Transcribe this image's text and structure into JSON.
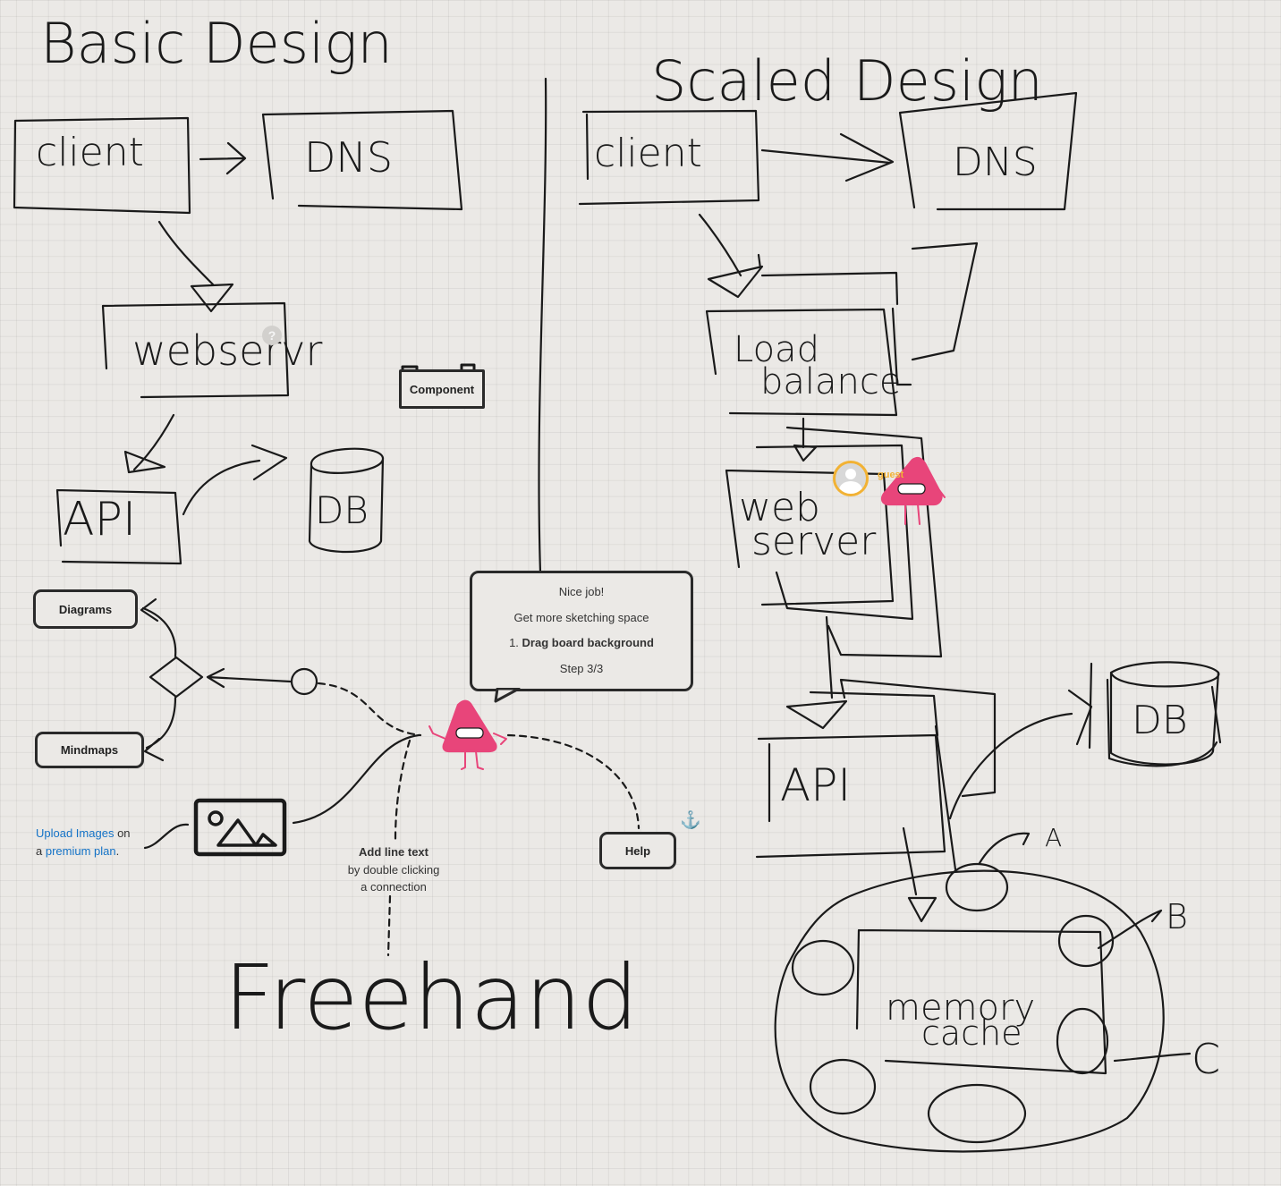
{
  "handwritten": {
    "basic_title": "Basic Design",
    "scaled_title": "Scaled Design",
    "client": "client",
    "dns": "DNS",
    "webserver": "webservr",
    "api": "API",
    "db": "DB",
    "client2": "client",
    "dns2": "DNS",
    "load_balancer_1": "Load",
    "load_balancer_2": "balance",
    "web_server_1": "web",
    "web_server_2": "server",
    "api2": "API",
    "db2": "DB",
    "memory_cache_1": "memory",
    "memory_cache_2": "cache",
    "label_a": "A",
    "label_b": "B",
    "label_c": "C",
    "freehand": "Freehand"
  },
  "nodes": {
    "component": "Component",
    "diagrams": "Diagrams",
    "mindmaps": "Mindmaps",
    "help": "Help"
  },
  "tooltip": {
    "line1": "Nice job!",
    "line2": "Get more sketching space",
    "line3_prefix": "1. ",
    "line3_bold": "Drag board background",
    "line4": "Step 3/3"
  },
  "line_text_hint": {
    "bold": "Add line text",
    "line2": "by double clicking",
    "line3": "a connection"
  },
  "upload": {
    "link1": "Upload Images",
    "text1": " on",
    "text2": "a ",
    "link2": "premium plan",
    "text3": "."
  },
  "collaborator": {
    "name": "guest"
  },
  "help_marker": "?",
  "anchor_icon": "⚓",
  "colors": {
    "mascot": "#e8457a",
    "link": "#1473c7",
    "guest": "#f2b234",
    "anchor": "#1e7a3a"
  }
}
